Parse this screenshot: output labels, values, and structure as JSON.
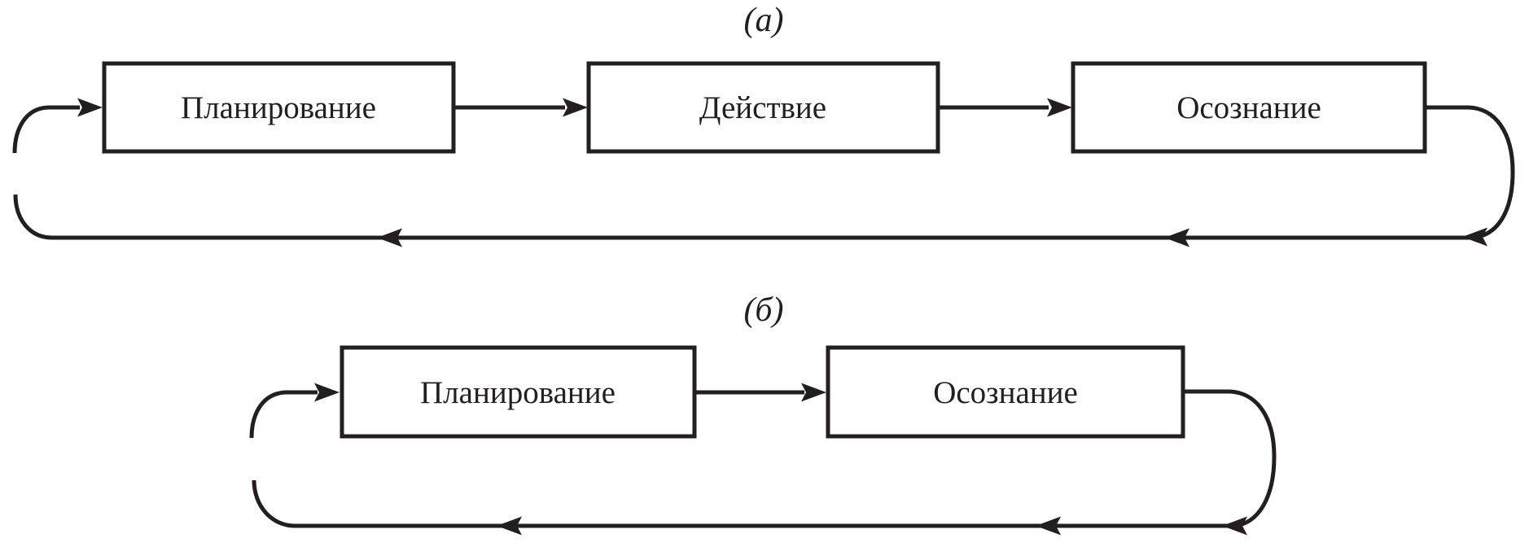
{
  "figure": {
    "background_color": "#ffffff",
    "line_color": "#231f20",
    "panels": [
      {
        "label": "(а)",
        "boxes": [
          "Планирование",
          "Действие",
          "Осознание"
        ]
      },
      {
        "label": "(б)",
        "boxes": [
          "Планирование",
          "Осознание"
        ]
      }
    ]
  }
}
